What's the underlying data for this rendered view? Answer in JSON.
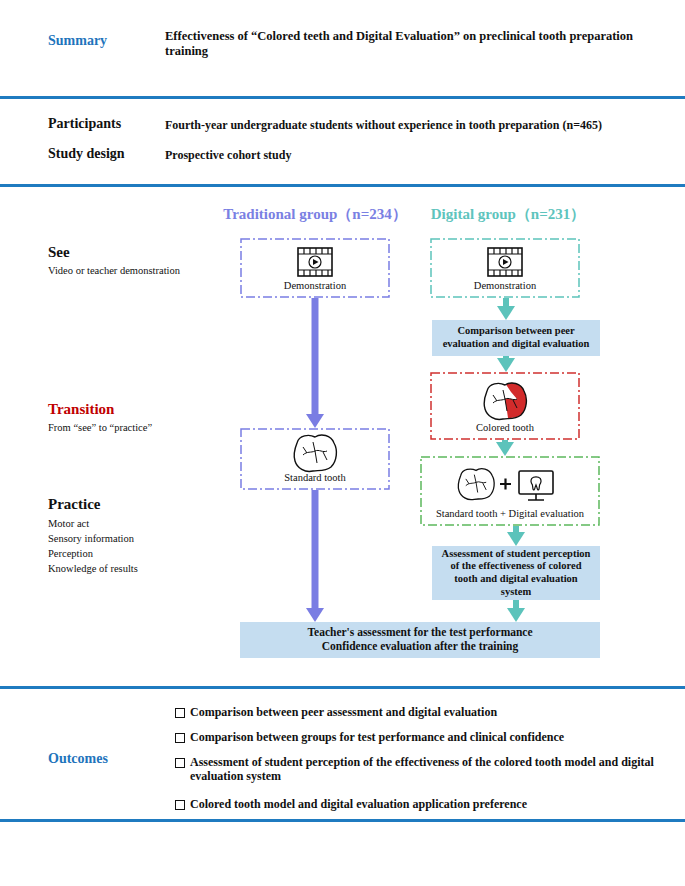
{
  "diagram": {
    "title": "Effectiveness of “Colored teeth and Digital Evaluation” on preclinical tooth preparation training",
    "nodes": [
      {
        "text": [
          "Demonstration"
        ]
      },
      {
        "text": [
          "Standard tooth"
        ]
      },
      {
        "text": [
          "Demonstration"
        ]
      },
      {
        "text": [
          "Comparison between peer evaluation and digital evaluation"
        ]
      },
      {
        "text": [
          "Colored tooth"
        ]
      },
      {
        "text": [
          "Standard tooth + Digital evaluation"
        ]
      },
      {
        "text": [
          "Assessment of student perception of the effectiveness of colored tooth and digital evaluation system"
        ]
      },
      {
        "text": [
          "Teacher's assessment for the test performance",
          "Confidence evaluation after the training"
        ]
      }
    ],
    "edges": [
      {
        "from": 0,
        "to": 1,
        "arrow": "to"
      },
      {
        "from": 1,
        "to": 7,
        "arrow": "to"
      },
      {
        "from": 2,
        "to": 3,
        "arrow": "to"
      },
      {
        "from": 3,
        "to": 4,
        "arrow": "to"
      },
      {
        "from": 4,
        "to": 5,
        "arrow": "to"
      },
      {
        "from": 5,
        "to": 6,
        "arrow": "to"
      },
      {
        "from": 6,
        "to": 7,
        "arrow": "to"
      }
    ],
    "labels": [
      "Summary",
      "Participants",
      "Fourth-year undergraduate students without experience in tooth preparation (n=465)",
      "Study design",
      "Prospective cohort study",
      "Traditional group（n=234）",
      "Digital group（n=231）",
      "See",
      "Video or teacher demonstration",
      "Transition",
      "From “see” to “practice”",
      "Practice",
      "Motor act",
      "Sensory information",
      "Perception",
      "Knowledge of results",
      "Outcomes",
      "Comparison between peer assessment and digital evaluation",
      "Comparison between groups for test performance and clinical confidence",
      "Assessment of student perception of the effectiveness of the colored tooth model and digital evaluation system",
      "Colored tooth model and digital evaluation application preference"
    ]
  }
}
